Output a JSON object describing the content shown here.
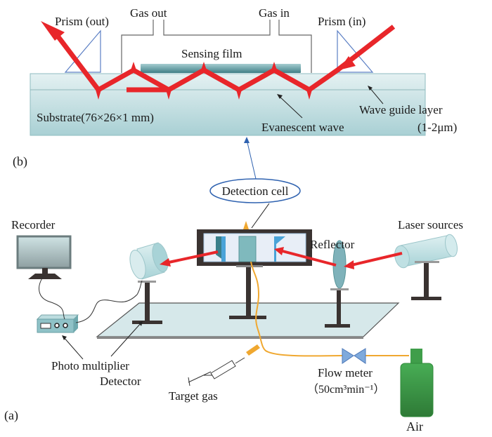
{
  "panel_b": {
    "panel_label": "(b)",
    "labels": {
      "prism_out": "Prism (out)",
      "gas_out": "Gas out",
      "gas_in": "Gas in",
      "prism_in": "Prism (in)",
      "sensing_film": "Sensing film",
      "substrate": "Substrate(76×26×1 mm)",
      "evanescent_wave": "Evanescent wave",
      "wave_guide_layer": "Wave guide layer",
      "wave_guide_thickness": "(1-2μm)"
    }
  },
  "panel_a": {
    "panel_label": "(a)",
    "labels": {
      "detection_cell": "Detection cell",
      "recorder": "Recorder",
      "reflector": "Reflector",
      "laser_sources": "Laser sources",
      "photo_multiplier_line1": "Photo multiplier",
      "photo_multiplier_line2": "Detector",
      "target_gas": "Target gas",
      "flow_meter": "Flow meter",
      "flow_rate": "（50cm³min⁻¹）",
      "air": "Air"
    }
  },
  "colors": {
    "laser_beam": "#e8262a",
    "substrate": "#b8dadd",
    "sensing_film": "#4f8e95",
    "prism_outline": "#5b7fc4",
    "gas_tube": "#f0a830",
    "air_bottle": "#3f9e4a",
    "stand": "#3a3331",
    "table": "#d6e8ea",
    "callout": "#2f62b0"
  }
}
